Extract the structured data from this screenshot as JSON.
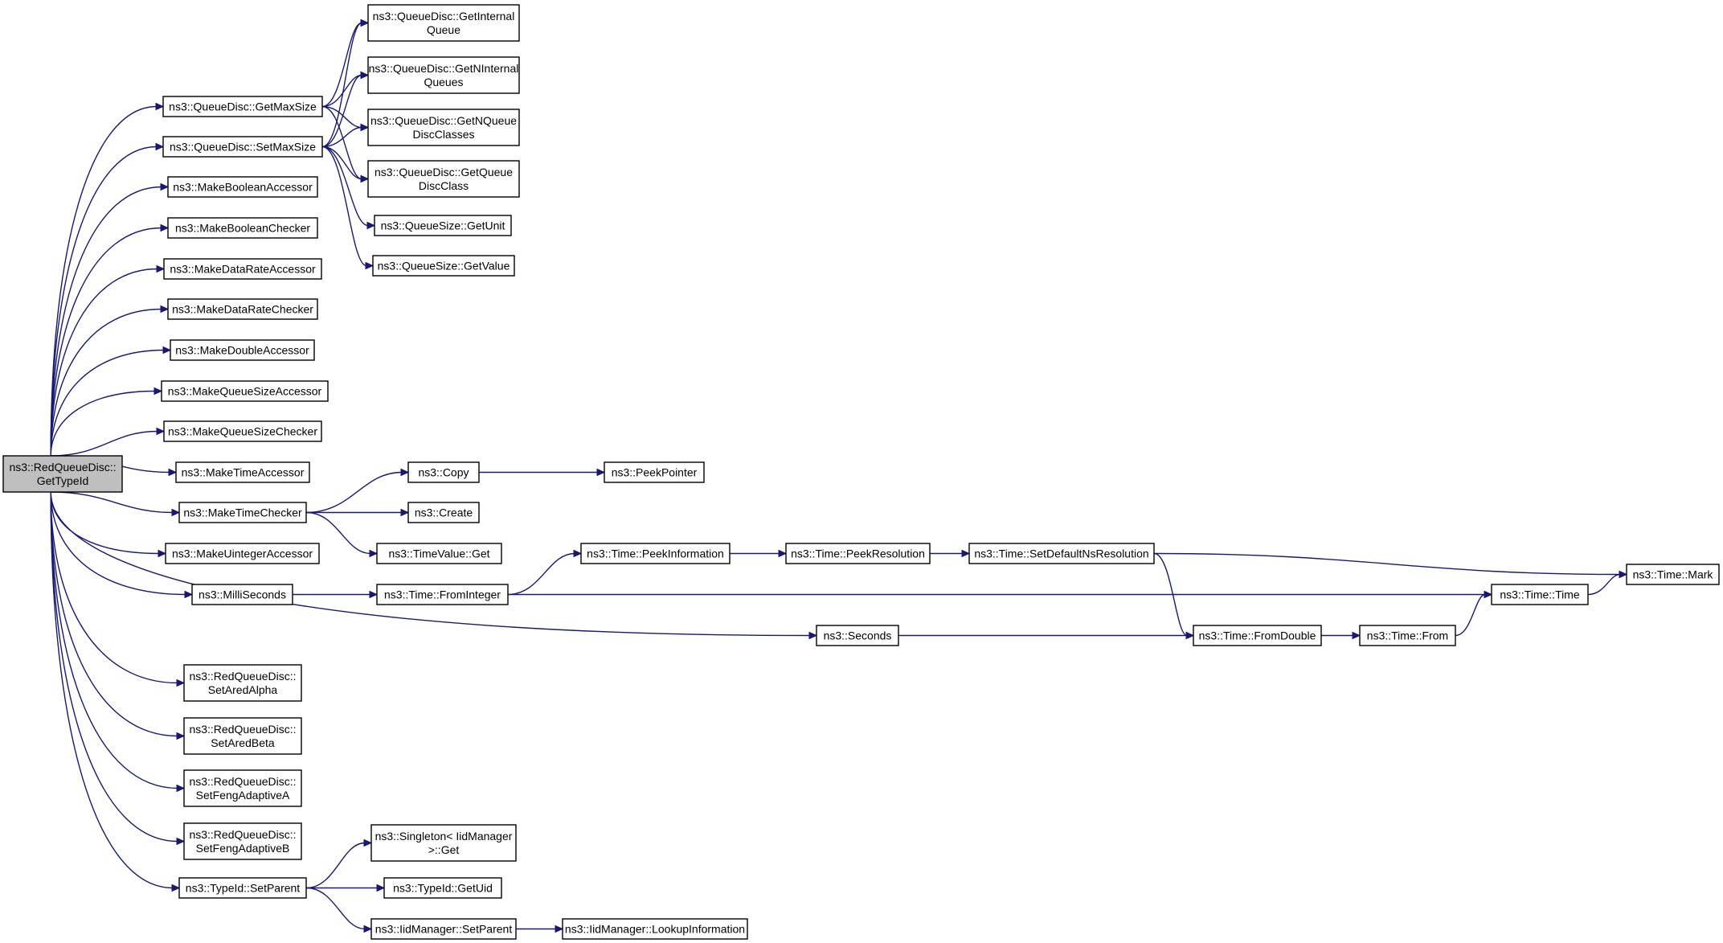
{
  "diagram": {
    "colors": {
      "edge": "#191970",
      "node_border": "#000000",
      "node_fill": "#ffffff",
      "root_fill": "#bfbfbf",
      "text": "#000000"
    },
    "nodes": [
      {
        "id": "root",
        "lines": [
          "ns3::RedQueueDisc::",
          "GetTypeId"
        ],
        "root": true
      },
      {
        "id": "getmaxsize",
        "lines": [
          "ns3::QueueDisc::GetMaxSize"
        ]
      },
      {
        "id": "setmaxsize",
        "lines": [
          "ns3::QueueDisc::SetMaxSize"
        ]
      },
      {
        "id": "mkboolacc",
        "lines": [
          "ns3::MakeBooleanAccessor"
        ]
      },
      {
        "id": "mkboolchk",
        "lines": [
          "ns3::MakeBooleanChecker"
        ]
      },
      {
        "id": "mkdracc",
        "lines": [
          "ns3::MakeDataRateAccessor"
        ]
      },
      {
        "id": "mkdrchk",
        "lines": [
          "ns3::MakeDataRateChecker"
        ]
      },
      {
        "id": "mkdblacc",
        "lines": [
          "ns3::MakeDoubleAccessor"
        ]
      },
      {
        "id": "mkqsacc",
        "lines": [
          "ns3::MakeQueueSizeAccessor"
        ]
      },
      {
        "id": "mkqschk",
        "lines": [
          "ns3::MakeQueueSizeChecker"
        ]
      },
      {
        "id": "mktimeacc",
        "lines": [
          "ns3::MakeTimeAccessor"
        ]
      },
      {
        "id": "mktimechk",
        "lines": [
          "ns3::MakeTimeChecker"
        ]
      },
      {
        "id": "mkuintacc",
        "lines": [
          "ns3::MakeUintegerAccessor"
        ]
      },
      {
        "id": "millis",
        "lines": [
          "ns3::MilliSeconds"
        ]
      },
      {
        "id": "seconds",
        "lines": [
          "ns3::Seconds"
        ]
      },
      {
        "id": "setaredalpha",
        "lines": [
          "ns3::RedQueueDisc::",
          "SetAredAlpha"
        ]
      },
      {
        "id": "setaredbeta",
        "lines": [
          "ns3::RedQueueDisc::",
          "SetAredBeta"
        ]
      },
      {
        "id": "setfenga",
        "lines": [
          "ns3::RedQueueDisc::",
          "SetFengAdaptiveA"
        ]
      },
      {
        "id": "setfengb",
        "lines": [
          "ns3::RedQueueDisc::",
          "SetFengAdaptiveB"
        ]
      },
      {
        "id": "tidsetparent",
        "lines": [
          "ns3::TypeId::SetParent"
        ]
      },
      {
        "id": "getintq",
        "lines": [
          "ns3::QueueDisc::GetInternal",
          "Queue"
        ]
      },
      {
        "id": "getnintq",
        "lines": [
          "ns3::QueueDisc::GetNInternal",
          "Queues"
        ]
      },
      {
        "id": "getnqdc",
        "lines": [
          "ns3::QueueDisc::GetNQueue",
          "DiscClasses"
        ]
      },
      {
        "id": "getqdc",
        "lines": [
          "ns3::QueueDisc::GetQueue",
          "DiscClass"
        ]
      },
      {
        "id": "qsgetunit",
        "lines": [
          "ns3::QueueSize::GetUnit"
        ]
      },
      {
        "id": "qsgetvalue",
        "lines": [
          "ns3::QueueSize::GetValue"
        ]
      },
      {
        "id": "copy",
        "lines": [
          "ns3::Copy"
        ]
      },
      {
        "id": "create",
        "lines": [
          "ns3::Create"
        ]
      },
      {
        "id": "tvget",
        "lines": [
          "ns3::TimeValue::Get"
        ]
      },
      {
        "id": "peekptr",
        "lines": [
          "ns3::PeekPointer"
        ]
      },
      {
        "id": "frominteger",
        "lines": [
          "ns3::Time::FromInteger"
        ]
      },
      {
        "id": "peekinfo",
        "lines": [
          "ns3::Time::PeekInformation"
        ]
      },
      {
        "id": "peekres",
        "lines": [
          "ns3::Time::PeekResolution"
        ]
      },
      {
        "id": "setdefres",
        "lines": [
          "ns3::Time::SetDefaultNsResolution"
        ]
      },
      {
        "id": "mark",
        "lines": [
          "ns3::Time::Mark"
        ]
      },
      {
        "id": "timetime",
        "lines": [
          "ns3::Time::Time"
        ]
      },
      {
        "id": "fromdouble",
        "lines": [
          "ns3::Time::FromDouble"
        ]
      },
      {
        "id": "from",
        "lines": [
          "ns3::Time::From"
        ]
      },
      {
        "id": "singletonget",
        "lines": [
          "ns3::Singleton< IidManager",
          " >::Get"
        ]
      },
      {
        "id": "getuid",
        "lines": [
          "ns3::TypeId::GetUid"
        ]
      },
      {
        "id": "iidsetparent",
        "lines": [
          "ns3::IidManager::SetParent"
        ]
      },
      {
        "id": "lookupinfo",
        "lines": [
          "ns3::IidManager::LookupInformation"
        ]
      }
    ],
    "edges": [
      [
        "root",
        "getmaxsize"
      ],
      [
        "root",
        "setmaxsize"
      ],
      [
        "root",
        "mkboolacc"
      ],
      [
        "root",
        "mkboolchk"
      ],
      [
        "root",
        "mkdracc"
      ],
      [
        "root",
        "mkdrchk"
      ],
      [
        "root",
        "mkdblacc"
      ],
      [
        "root",
        "mkqsacc"
      ],
      [
        "root",
        "mkqschk"
      ],
      [
        "root",
        "mktimeacc"
      ],
      [
        "root",
        "mktimechk"
      ],
      [
        "root",
        "mkuintacc"
      ],
      [
        "root",
        "millis"
      ],
      [
        "root",
        "seconds"
      ],
      [
        "root",
        "setaredalpha"
      ],
      [
        "root",
        "setaredbeta"
      ],
      [
        "root",
        "setfenga"
      ],
      [
        "root",
        "setfengb"
      ],
      [
        "root",
        "tidsetparent"
      ],
      [
        "getmaxsize",
        "getintq"
      ],
      [
        "getmaxsize",
        "getnintq"
      ],
      [
        "getmaxsize",
        "getnqdc"
      ],
      [
        "getmaxsize",
        "getqdc"
      ],
      [
        "setmaxsize",
        "getintq"
      ],
      [
        "setmaxsize",
        "getnintq"
      ],
      [
        "setmaxsize",
        "getnqdc"
      ],
      [
        "setmaxsize",
        "getqdc"
      ],
      [
        "setmaxsize",
        "qsgetunit"
      ],
      [
        "setmaxsize",
        "qsgetvalue"
      ],
      [
        "mktimechk",
        "copy"
      ],
      [
        "mktimechk",
        "create"
      ],
      [
        "mktimechk",
        "tvget"
      ],
      [
        "copy",
        "peekptr"
      ],
      [
        "millis",
        "frominteger"
      ],
      [
        "frominteger",
        "peekinfo"
      ],
      [
        "frominteger",
        "timetime"
      ],
      [
        "peekinfo",
        "peekres"
      ],
      [
        "peekres",
        "setdefres"
      ],
      [
        "setdefres",
        "mark"
      ],
      [
        "setdefres",
        "fromdouble"
      ],
      [
        "seconds",
        "fromdouble"
      ],
      [
        "fromdouble",
        "from"
      ],
      [
        "from",
        "timetime"
      ],
      [
        "timetime",
        "mark"
      ],
      [
        "tidsetparent",
        "singletonget"
      ],
      [
        "tidsetparent",
        "getuid"
      ],
      [
        "tidsetparent",
        "iidsetparent"
      ],
      [
        "iidsetparent",
        "lookupinfo"
      ]
    ]
  }
}
